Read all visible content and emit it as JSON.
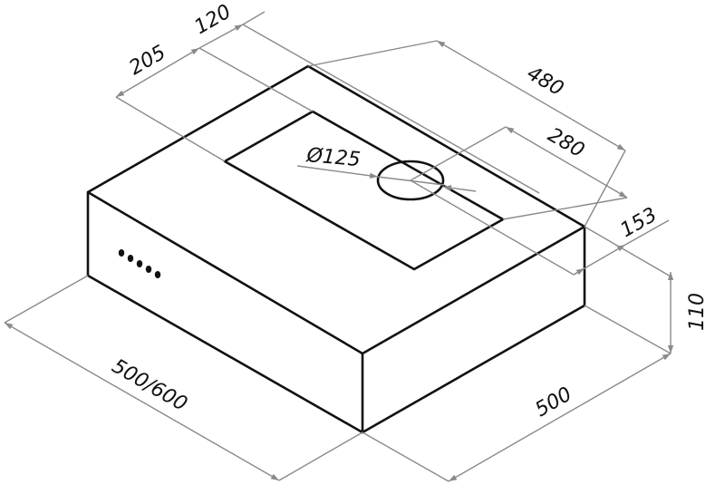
{
  "drawing": {
    "subject": "range hood isometric dimension drawing",
    "colors": {
      "edge": "#111111",
      "dimension": "#8a8a8a",
      "background": "#ffffff"
    },
    "dimensions": {
      "left_offset": "205",
      "duct_width": "120",
      "depth": "480",
      "duct_depth": "280",
      "duct_offset": "153",
      "diameter": "Ø125",
      "height": "110",
      "width": "500/600",
      "front_depth": "500"
    },
    "control_buttons_count": 5
  }
}
